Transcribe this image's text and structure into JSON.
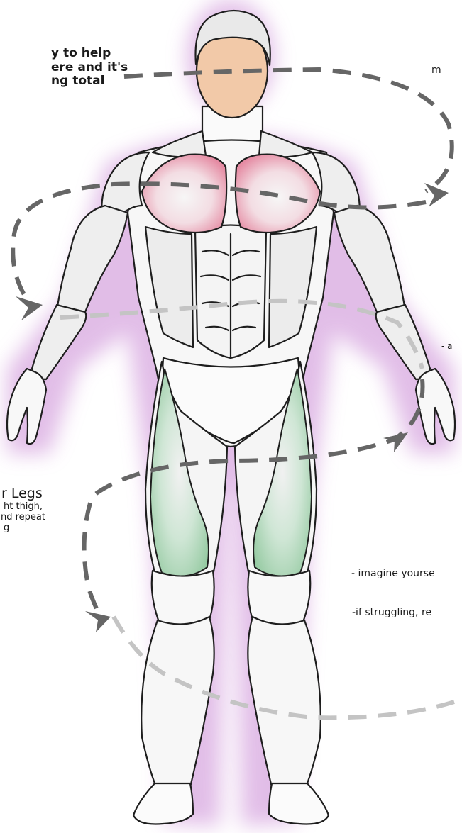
{
  "colors": {
    "glow": "#d8a8e0",
    "body_fill": "#eeeeee",
    "body_stroke": "#1e1e1e",
    "skin": "#f2c9a8",
    "hair": "#e9e9e9",
    "chest_highlight": "#e58ba3",
    "legs_highlight": "#93c9a0",
    "dash_dark": "#666666",
    "dash_light": "#c4c4c4"
  },
  "annotations": {
    "top_left": [
      "y to help",
      "ere and it's",
      "ng total"
    ],
    "top_right": "m",
    "mid_right": "- a",
    "legs_heading": "r Legs",
    "legs_lines": [
      "ht thigh,",
      "nd repeat",
      "g"
    ],
    "bottom_right_1": "- imagine yourse",
    "bottom_right_2": "-if struggling, re"
  },
  "icons": {
    "arrow_chest": "chevron-arrow-icon",
    "arrow_arm": "chevron-arrow-icon",
    "arrow_thigh": "chevron-arrow-icon",
    "arrow_legs": "chevron-arrow-icon"
  }
}
